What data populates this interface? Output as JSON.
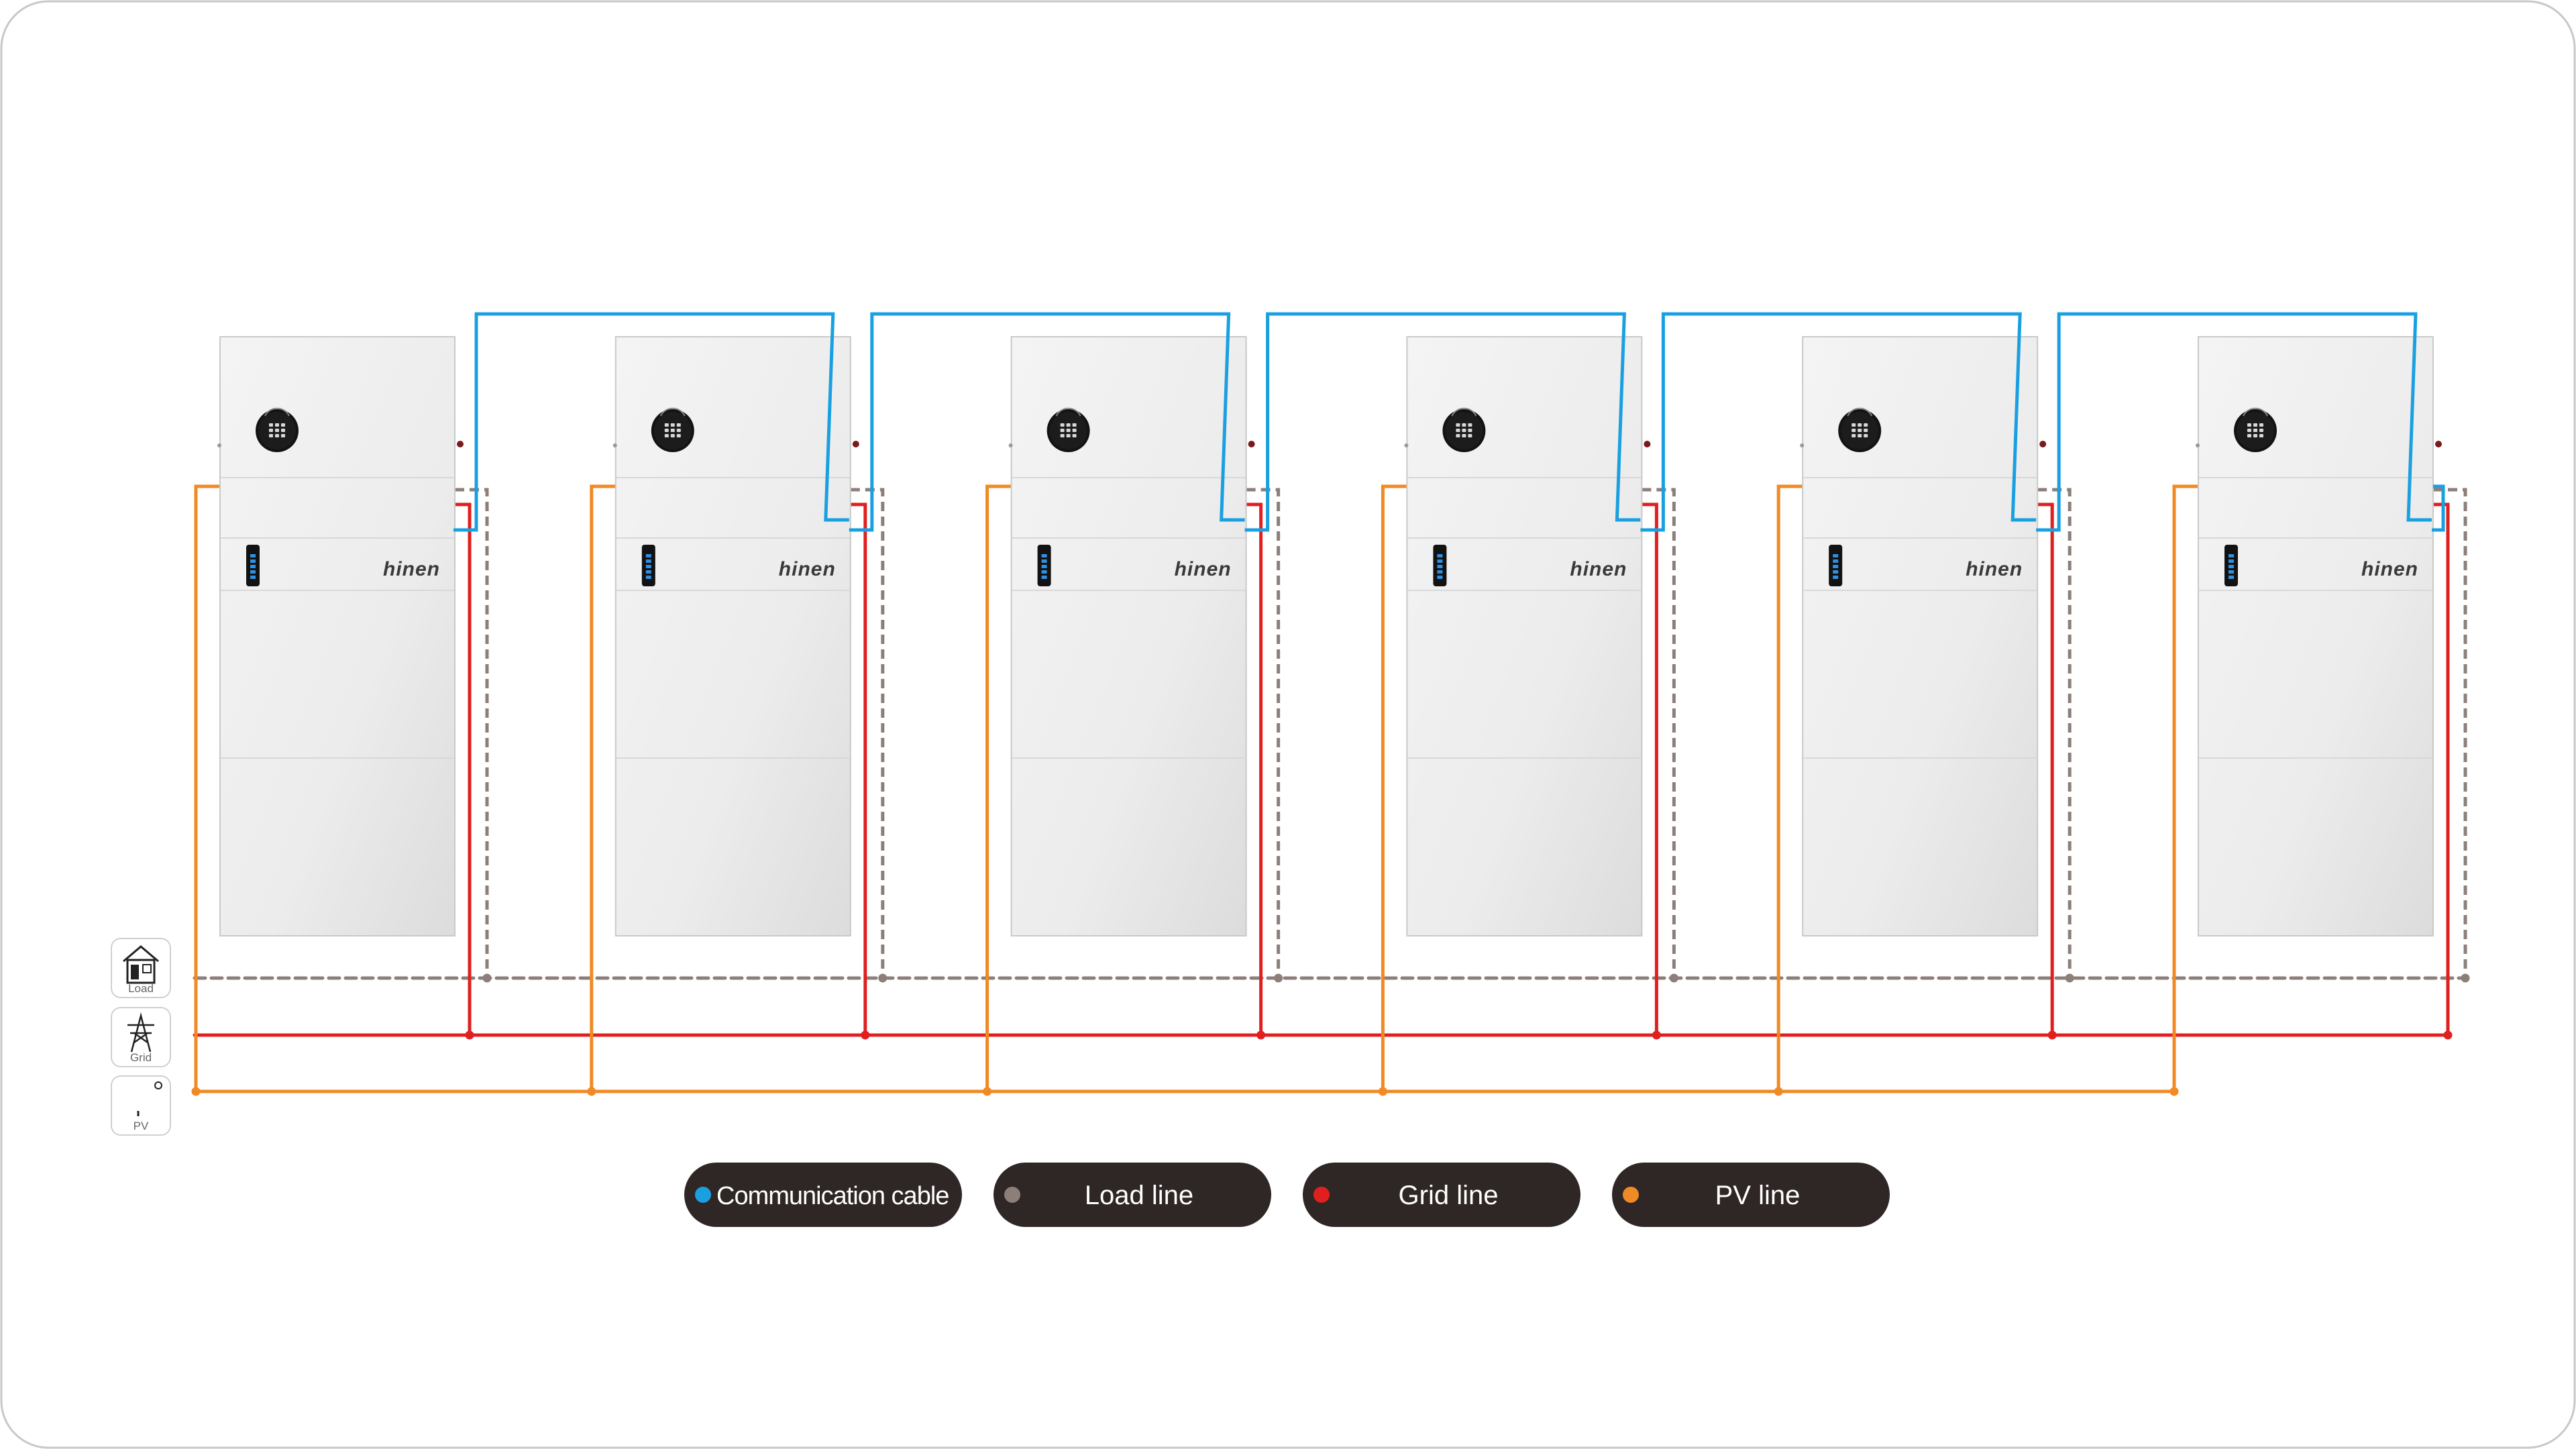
{
  "brand": "hinen",
  "unit_count": 6,
  "side_icons": [
    {
      "name": "load",
      "label": "Load",
      "icon": "house-icon"
    },
    {
      "name": "grid",
      "label": "Grid",
      "icon": "transmission-tower-icon"
    },
    {
      "name": "pv",
      "label": "PV",
      "icon": "solar-panel-icon"
    }
  ],
  "legend": [
    {
      "name": "communication",
      "label": "Communication cable",
      "color": "#1aa0e0"
    },
    {
      "name": "load",
      "label": "Load line",
      "color": "#8c7f79"
    },
    {
      "name": "grid",
      "label": "Grid line",
      "color": "#e02020"
    },
    {
      "name": "pv",
      "label": "PV line",
      "color": "#f08a24"
    }
  ],
  "colors": {
    "communication": "#1aa0e0",
    "load": "#8c7f79",
    "grid": "#e02020",
    "pv": "#f08a24",
    "pill_bg": "#2f2725",
    "cabinet_edge": "#c9c9c9"
  }
}
